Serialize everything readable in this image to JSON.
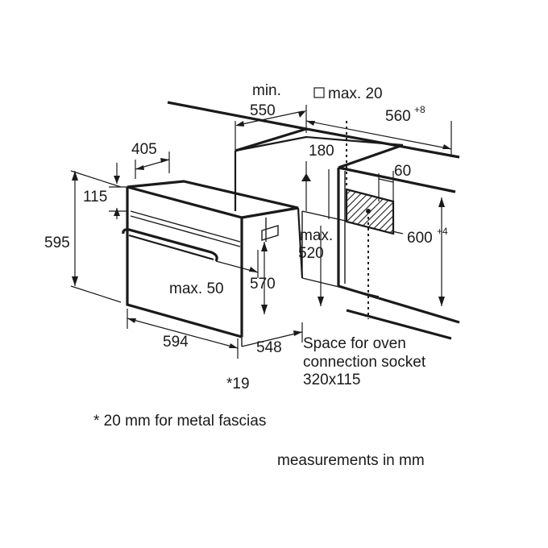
{
  "labels": {
    "min_line1": "min.",
    "min_line2": "550",
    "max20": "max. 20",
    "d560": "560",
    "d560_sup": "+8",
    "d405": "405",
    "d180": "180",
    "d60": "60",
    "d115": "115",
    "d595": "595",
    "d600": "600",
    "d600_sup": "+4",
    "max520_line1": "max.",
    "max520_line2": "520",
    "max50": "max. 50",
    "d570": "570",
    "d594": "594",
    "d548": "548",
    "star19": "*19",
    "socket_line1": "Space for oven",
    "socket_line2": "connection socket",
    "socket_line3": "320x115"
  },
  "notes": {
    "fascia": "* 20 mm for metal fascias",
    "units": "measurements in mm"
  }
}
